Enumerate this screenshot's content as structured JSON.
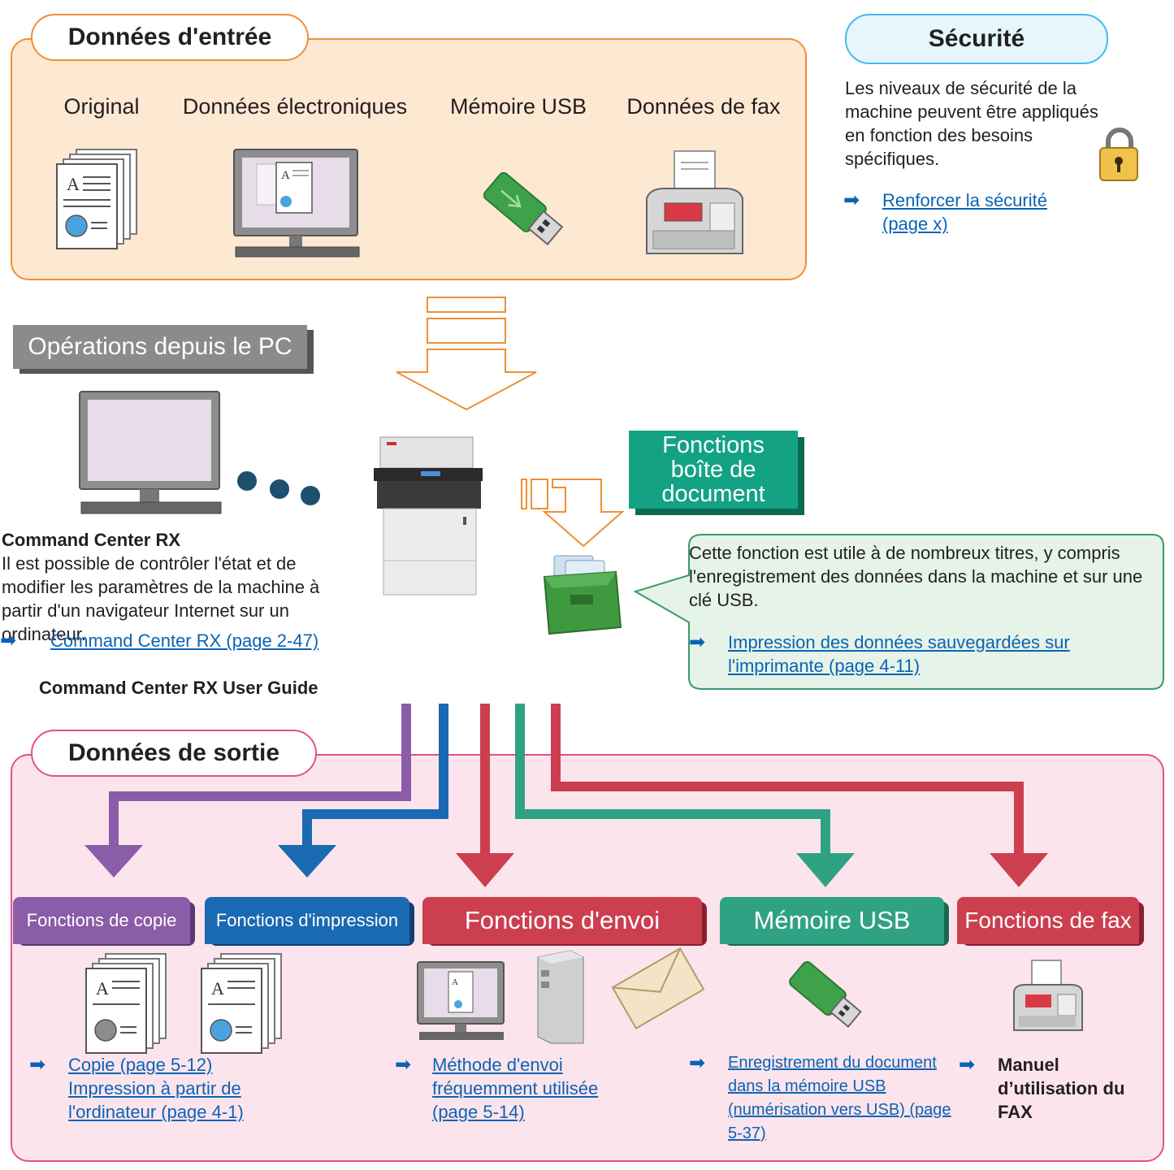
{
  "input": {
    "title": "Données d'entrée",
    "items": [
      "Original",
      "Données électroniques",
      "Mémoire USB",
      "Données de fax"
    ]
  },
  "security": {
    "title": "Sécurité",
    "text": "Les niveaux de sécurité de la machine peuvent être appliqués en fonction des besoins spécifiques.",
    "link": "Renforcer la sécurité (page x)"
  },
  "pc": {
    "title": "Opérations depuis le PC",
    "heading": "Command Center RX",
    "text": "Il est possible de contrôler l'état et de modifier les paramètres de la machine à partir d'un navigateur Internet sur un ordinateur.",
    "link": "Command Center RX (page 2-47)",
    "guide": "Command Center RX User Guide"
  },
  "box": {
    "title": "Fonctions boîte de document",
    "text": "Cette fonction est utile à de nombreux titres, y compris l'enregistrement des données dans la machine et sur une clé USB.",
    "link": "Impression des données sauvegardées sur l'imprimante (page 4-11)"
  },
  "output": {
    "title": "Données de sortie",
    "tabs": [
      "Fonctions de copie",
      "Fonctions d'impression",
      "Fonctions d'envoi",
      "Mémoire USB",
      "Fonctions de fax"
    ],
    "copy_link_1": "Copie (page 5-12)",
    "copy_link_2": "Impression à partir de l'ordinateur (page 4-1)",
    "send_link": "Méthode d'envoi fréquemment utilisée (page 5-14)",
    "usb_link": "Enregistrement du document dans la mémoire USB (numérisation vers USB) (page 5-37)",
    "fax_ref": "Manuel d’utilisation du FAX"
  },
  "colors": {
    "orange": "#ef8f35",
    "pink": "#e2508e",
    "purple": "#8b5ca8",
    "blue": "#1a6ab3",
    "red": "#cc3f4f",
    "green": "#2fa283",
    "teal_box": "#13a384",
    "link": "#0a63b5"
  }
}
